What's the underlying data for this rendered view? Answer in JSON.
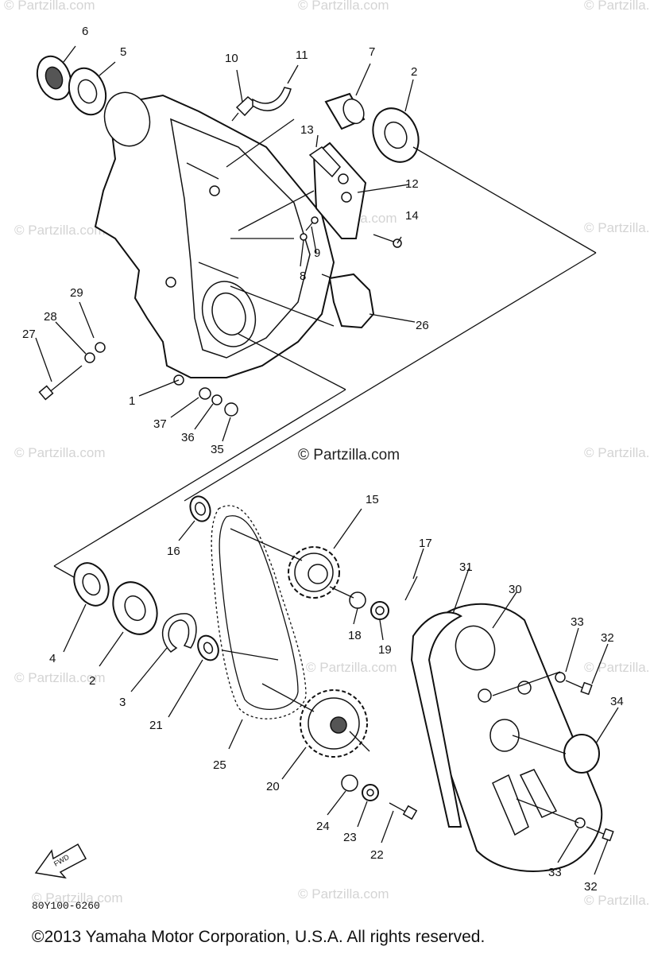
{
  "diagram": {
    "watermark_text": "© Partzilla.com",
    "center_watermark": "© Partzilla.com",
    "drawing_code": "80Y100-6260",
    "fwd_label": "FWD",
    "copyright": "©2013 Yamaha Motor Corporation, U.S.A. All rights reserved.",
    "callouts": {
      "c1": "1",
      "c2a": "2",
      "c2b": "2",
      "c3": "3",
      "c4": "4",
      "c5": "5",
      "c6": "6",
      "c7": "7",
      "c8": "8",
      "c9": "9",
      "c10": "10",
      "c11": "11",
      "c12": "12",
      "c13": "13",
      "c14": "14",
      "c15": "15",
      "c16": "16",
      "c17": "17",
      "c18": "18",
      "c19": "19",
      "c20": "20",
      "c21": "21",
      "c22": "22",
      "c23": "23",
      "c24": "24",
      "c25": "25",
      "c26": "26",
      "c27": "27",
      "c28": "28",
      "c29": "29",
      "c30": "30",
      "c31": "31",
      "c32a": "32",
      "c32b": "32",
      "c33a": "33",
      "c33b": "33",
      "c34": "34",
      "c35": "35",
      "c36": "36",
      "c37": "37"
    }
  }
}
